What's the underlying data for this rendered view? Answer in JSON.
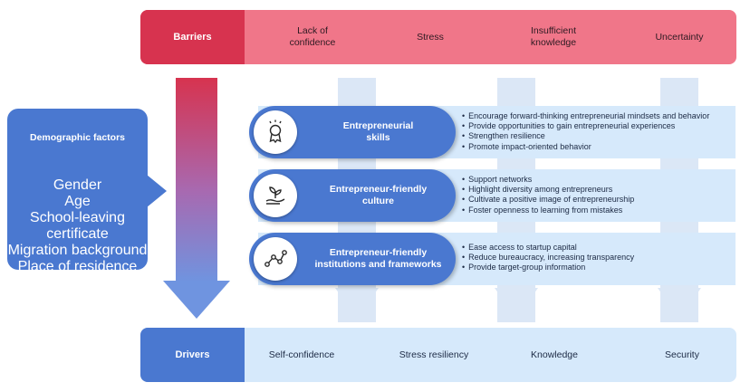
{
  "barriers": {
    "label": "Barriers",
    "items": [
      "Lack of\nconfidence",
      "Stress",
      "Insufficient\nknowledge",
      "Uncertainty"
    ]
  },
  "drivers": {
    "label": "Drivers",
    "items": [
      "Self-confidence",
      "Stress resiliency",
      "Knowledge",
      "Security"
    ]
  },
  "demographics": {
    "title": "Demographic factors",
    "items": [
      "Gender",
      "Age",
      "School-leaving certificate",
      "Migration background",
      "Place of residence"
    ]
  },
  "rows": [
    {
      "title": "Entrepreneurial\nskills",
      "icon": "medal-icon",
      "bullets": [
        "Encourage forward-thinking entrepreneurial mindsets and behavior",
        "Provide opportunities to gain entrepreneurial experiences",
        "Strengthen resilience",
        "Promote impact-oriented behavior"
      ]
    },
    {
      "title": "Entrepreneur-friendly\nculture",
      "icon": "sprout-hand-icon",
      "bullets": [
        "Support networks",
        "Highlight diversity among entrepreneurs",
        "Cultivate a positive image of entrepreneurship",
        "Foster openness to learning from mistakes"
      ]
    },
    {
      "title": "Entrepreneur-friendly\ninstitutions and frameworks",
      "icon": "network-icon",
      "bullets": [
        "Ease access to startup capital",
        "Reduce bureaucracy, increasing transparency",
        "Provide target-group information"
      ]
    }
  ],
  "colors": {
    "barrier_dark": "#d7334f",
    "barrier_light": "#f07689",
    "driver_dark": "#4a78d0",
    "driver_light": "#d6e9fb"
  }
}
